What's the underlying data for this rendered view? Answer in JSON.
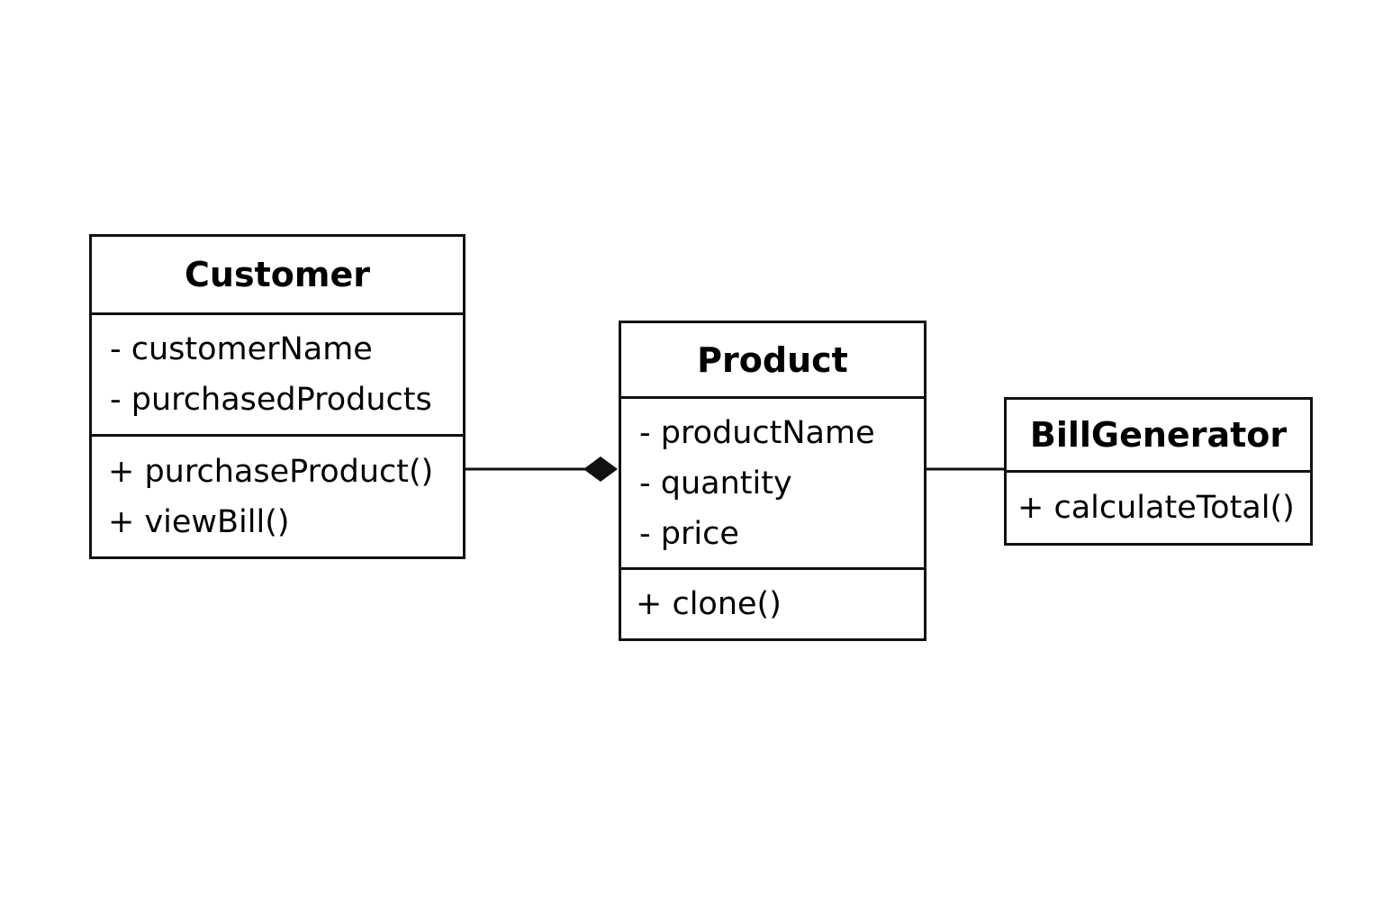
{
  "classes": {
    "customer": {
      "name": "Customer",
      "attributes": [
        "- customerName",
        "- purchasedProducts"
      ],
      "operations": [
        "+ purchaseProduct()",
        "+ viewBill()"
      ]
    },
    "product": {
      "name": "Product",
      "attributes": [
        "- productName",
        "- quantity",
        "- price"
      ],
      "operations": [
        "+ clone()"
      ]
    },
    "billgenerator": {
      "name": "BillGenerator",
      "operations": [
        "+ calculateTotal()"
      ]
    }
  },
  "relationships": [
    {
      "from": "Customer",
      "to": "Product",
      "type": "composition",
      "diamond_end": "Product"
    },
    {
      "from": "Product",
      "to": "BillGenerator",
      "type": "association"
    }
  ],
  "colors": {
    "line": "#111111",
    "background": "#ffffff"
  }
}
